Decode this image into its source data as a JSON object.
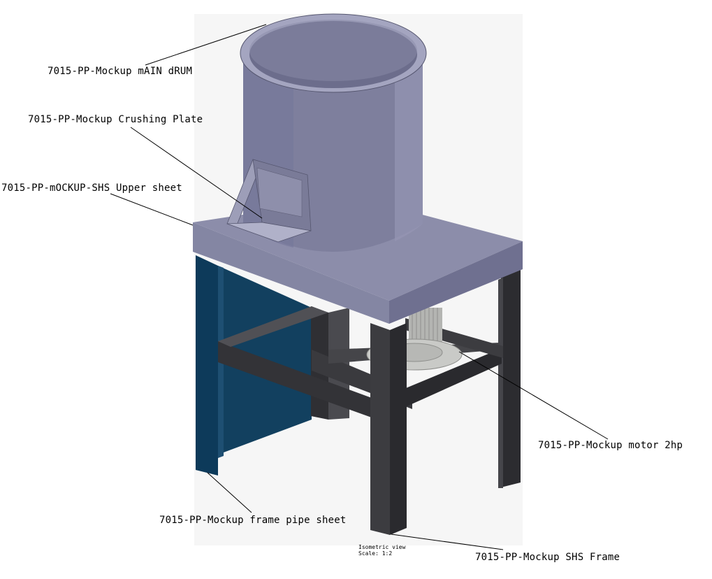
{
  "drawing": {
    "labels": {
      "main_drum": "7015-PP-Mockup mAIN dRUM",
      "crushing_plate": "7015-PP-Mockup Crushing Plate",
      "upper_sheet": "7015-PP-mOCKUP-SHS Upper sheet",
      "motor": "7015-PP-Mockup motor 2hp",
      "frame_pipe_sheet": "7015-PP-Mockup frame pipe sheet",
      "shs_frame": "7015-PP-Mockup SHS Frame"
    },
    "view_info": {
      "view_name": "Isometric view",
      "scale": "Scale:  1:2"
    }
  },
  "colors": {
    "drum": "#7e7f9d",
    "drum_dark": "#5b5c78",
    "drum_light": "#9a9bb8",
    "top_plate": "#8a8ba8",
    "frame": "#3b3b3f",
    "frame_dark": "#2a2a2e",
    "pipe_sheet": "#0e3a58",
    "motor": "#a9aaa8",
    "background_panel": "#f3f3f3"
  }
}
